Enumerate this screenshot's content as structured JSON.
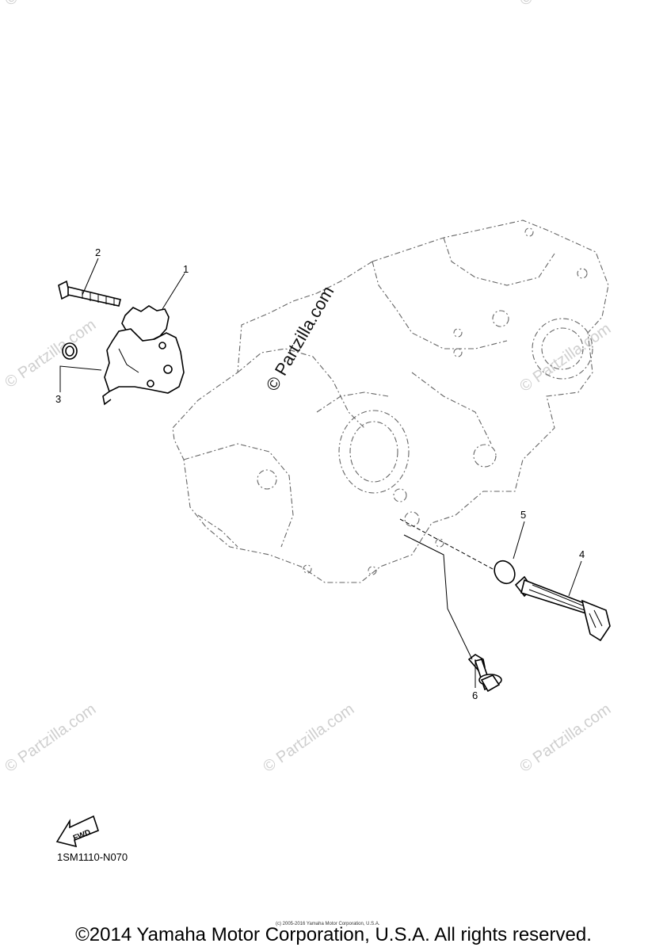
{
  "callouts": [
    {
      "id": "1",
      "label": "1"
    },
    {
      "id": "2",
      "label": "2"
    },
    {
      "id": "3",
      "label": "3"
    },
    {
      "id": "4",
      "label": "4"
    },
    {
      "id": "5",
      "label": "5"
    },
    {
      "id": "6",
      "label": "6"
    }
  ],
  "watermark": {
    "text": "© Partzilla.com",
    "center_text": "© Partzilla.com"
  },
  "fwd_label": "FWD",
  "diagram_code": "1SM1110-N070",
  "small_copyright": "(c) 2005-2016 Yamaha Motor Corporation, U.S.A.",
  "copyright": "©2014 Yamaha Motor Corporation, U.S.A. All rights reserved.",
  "colors": {
    "line": "#000000",
    "ghost": "#666666",
    "watermark": "#cfcfcf"
  }
}
